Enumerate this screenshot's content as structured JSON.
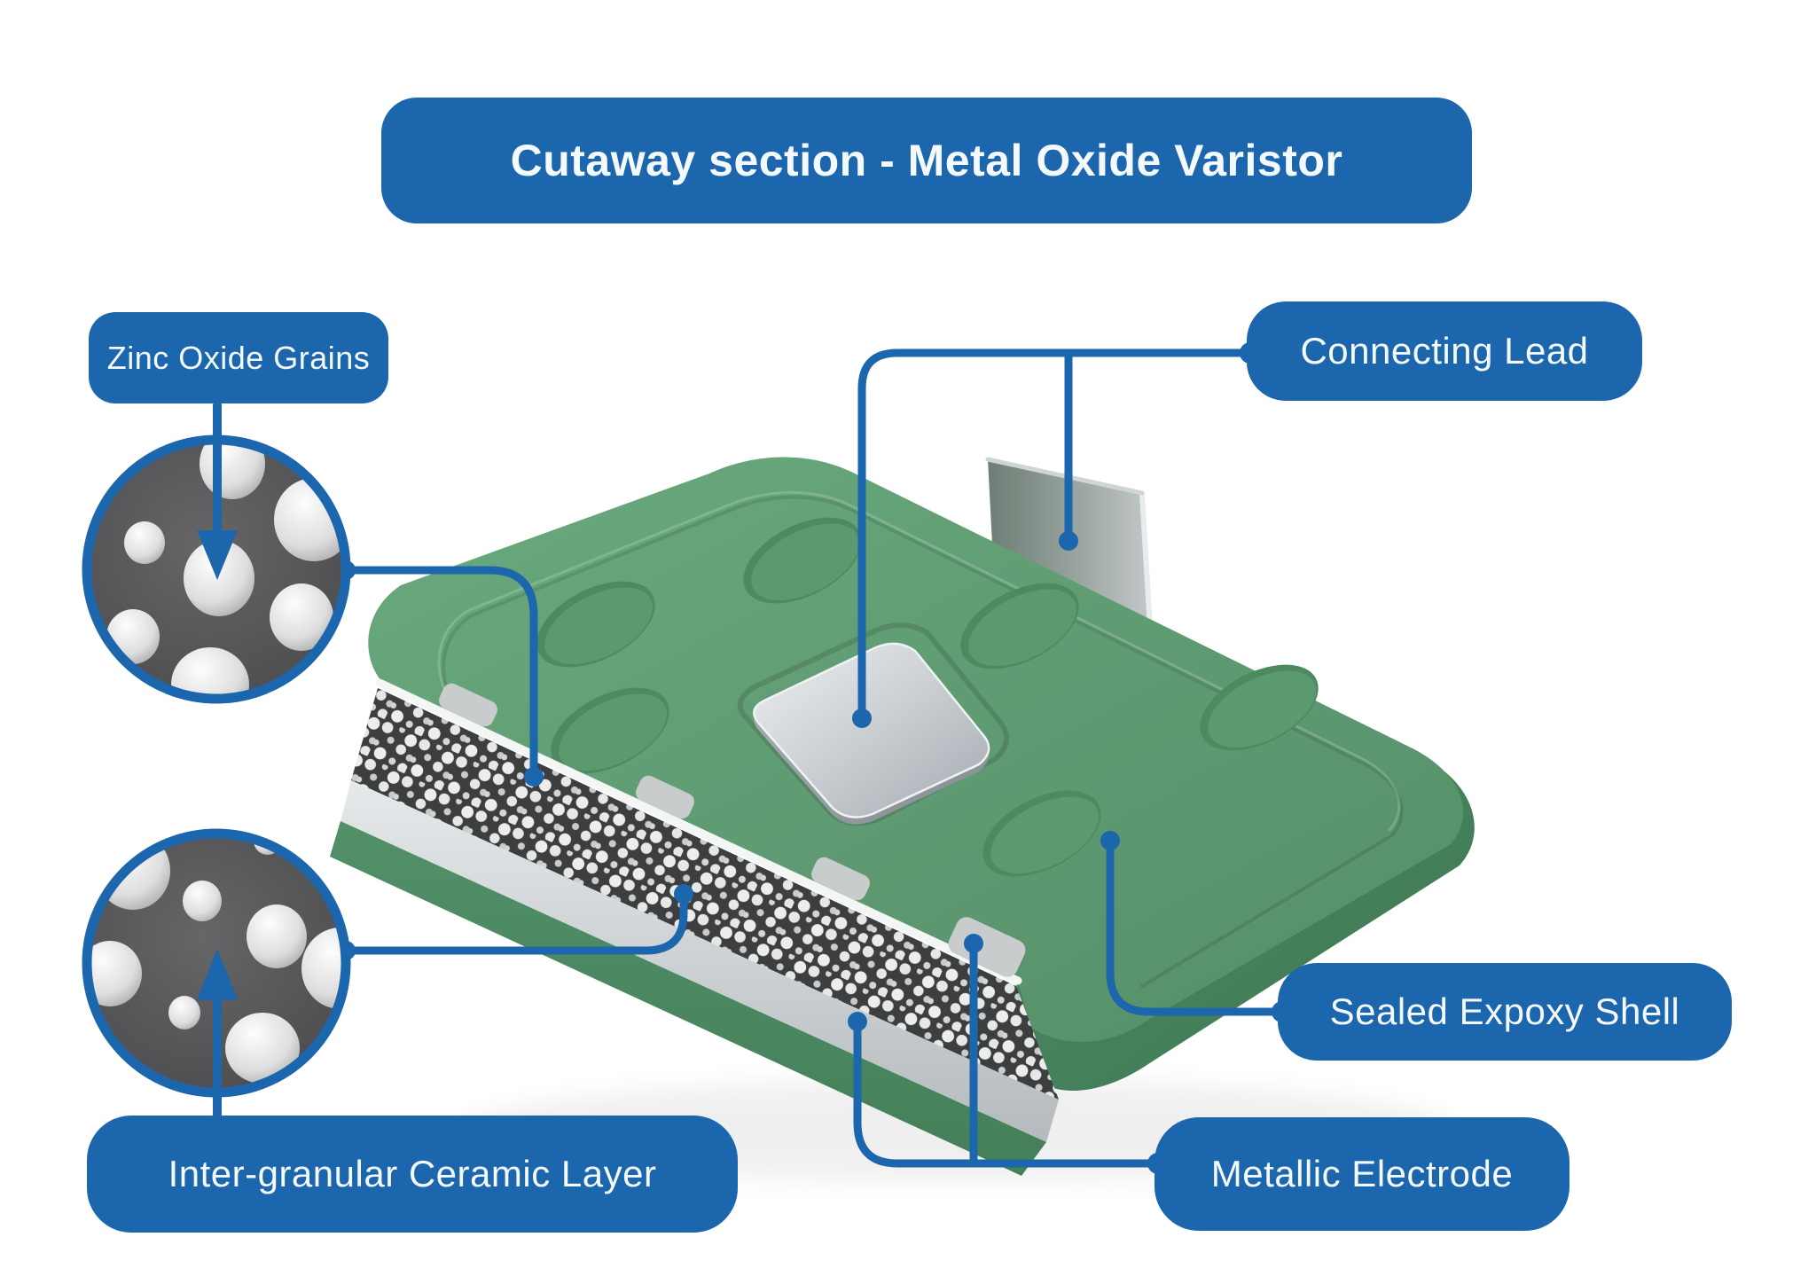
{
  "title": "Cutaway section - Metal Oxide Varistor",
  "labels": {
    "zinc_oxide_grains": "Zinc Oxide Grains",
    "connecting_lead": "Connecting Lead",
    "sealed_expoxy_shell": "Sealed Expoxy Shell",
    "metallic_electrode": "Metallic Electrode",
    "inter_granular_ceramic_layer": "Inter-granular Ceramic Layer"
  },
  "colors": {
    "accent_blue": "#1b66ad",
    "label_text": "#f4f9fd",
    "body_green": "#5f9d72",
    "side_green": "#44815a",
    "electrode_silver": "#d9dcdd",
    "ceramic_dark": "#3d3e40",
    "grain_white": "#e6e7e7",
    "background": "#ffffff"
  },
  "figure": {
    "subject": "Metal Oxide Varistor cutaway illustration",
    "insets": [
      "zinc-oxide-grains-micrograph",
      "inter-granular-ceramic-micrograph"
    ]
  }
}
